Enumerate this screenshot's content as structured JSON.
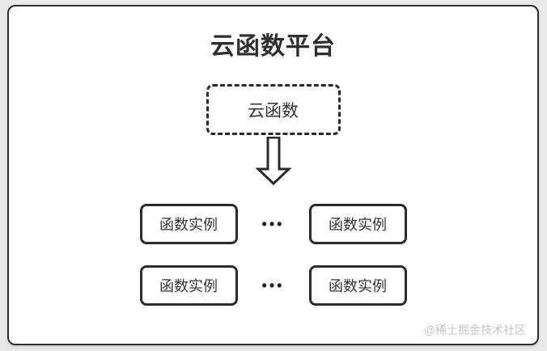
{
  "page": {
    "title": "云函数平台",
    "watermark": "@稀土掘金技术社区"
  },
  "diagram": {
    "root_node": {
      "label": "云函数"
    },
    "ellipsis": "•••",
    "rows": [
      {
        "left": "函数实例",
        "right": "函数实例"
      },
      {
        "left": "函数实例",
        "right": "函数实例"
      }
    ],
    "colors": {
      "node_border": "#2b2b2b",
      "text": "#333333",
      "frame_border": "#2e2e2e",
      "canvas_background": "#ffffff",
      "page_background": "#e9e9e9",
      "watermark": "#c4c4c4"
    }
  }
}
